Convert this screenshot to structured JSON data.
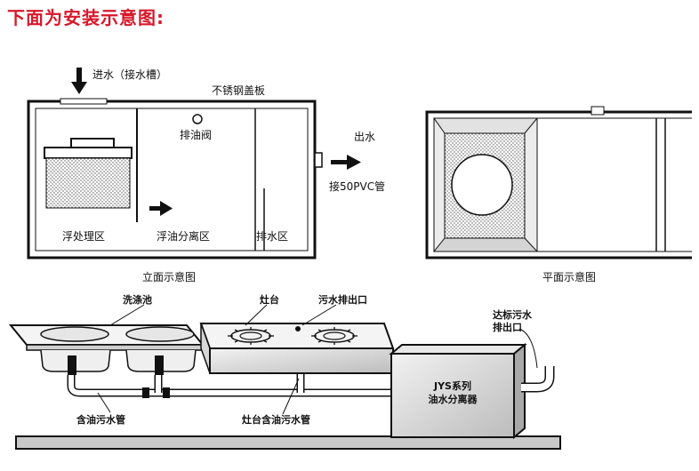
{
  "title": "下面为安装示意图:",
  "elevation": {
    "inlet": "进水（接水槽）",
    "cover": "不锈钢盖板",
    "oil_valve": "排油阀",
    "outlet": "出水",
    "outlet_pipe": "接50PVC管",
    "zone_float": "浮处理区",
    "zone_separate": "浮油分离区",
    "zone_drain": "排水区",
    "caption": "立面示意图"
  },
  "plan": {
    "caption": "平面示意图"
  },
  "install": {
    "sink": "洗涤池",
    "stove": "灶台",
    "stove_drain": "污水排出口",
    "standard_outlet_l1": "达标污水",
    "standard_outlet_l2": "排出口",
    "oily_pipe": "含油污水管",
    "stove_pipe": "灶台含油污水管",
    "separator_l1": "JYS系列",
    "separator_l2": "油水分离器"
  },
  "colors": {
    "title": "#d8182a",
    "line": "#111111",
    "fill_gray": "#d9d9d9",
    "floor": "#c8c8c8"
  }
}
